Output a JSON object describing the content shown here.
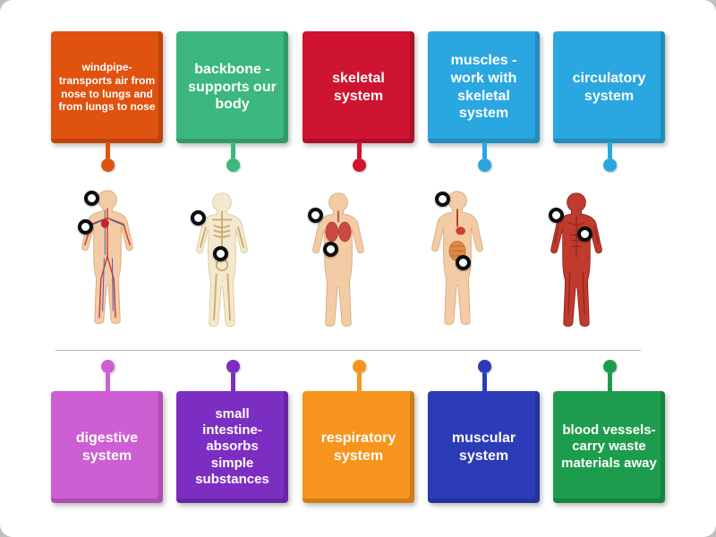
{
  "activity": {
    "type": "labelled-diagram",
    "background": "#ffffff",
    "divider_color": "#b3b3b3"
  },
  "top_labels": [
    {
      "id": "windpipe",
      "text": "windpipe- transports air from nose to lungs and from lungs to nose",
      "color": "#e0520f"
    },
    {
      "id": "backbone",
      "text": "backbone - supports our body",
      "color": "#3cb77d"
    },
    {
      "id": "skeletal",
      "text": "skeletal system",
      "color": "#ce1430"
    },
    {
      "id": "muscles",
      "text": "muscles - work with skeletal system",
      "color": "#2aa7e0"
    },
    {
      "id": "circulatory",
      "text": "circulatory system",
      "color": "#2aa7e0"
    }
  ],
  "bottom_labels": [
    {
      "id": "digestive",
      "text": "digestive system",
      "color": "#cd5fd2"
    },
    {
      "id": "small-intestine",
      "text": "small intestine- absorbs simple substances",
      "color": "#7c2ec2"
    },
    {
      "id": "respiratory",
      "text": "respiratory system",
      "color": "#f7941e"
    },
    {
      "id": "muscular",
      "text": "muscular system",
      "color": "#2c3cb8"
    },
    {
      "id": "blood-vessels",
      "text": "blood vessels- carry waste materials away",
      "color": "#1e9c4d"
    }
  ],
  "figures": [
    {
      "name": "circulatory-system-body"
    },
    {
      "name": "skeletal-system-body"
    },
    {
      "name": "respiratory-system-body"
    },
    {
      "name": "digestive-system-body"
    },
    {
      "name": "muscular-system-body"
    }
  ],
  "marker_style": {
    "fill": "#ffffff",
    "ring": "#0d0d0d"
  }
}
